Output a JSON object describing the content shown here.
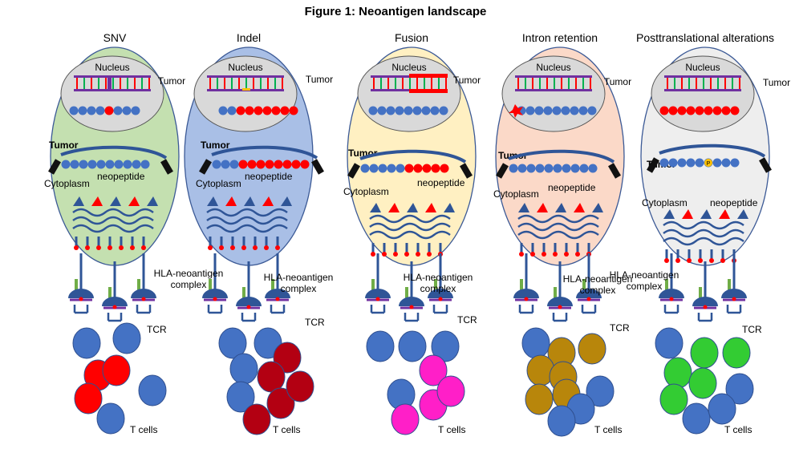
{
  "title": "Figure 1: Neoantigen landscape",
  "labels": {
    "nucleus": "Nucleus",
    "tumor": "Tumor",
    "cytoplasm": "Cytoplasm",
    "neopeptide": "neopeptide",
    "hla_complex_line1": "HLA-neoantigen",
    "hla_complex_line2": "complex",
    "tcr": "TCR",
    "tcells": "T cells",
    "phospho": "P"
  },
  "panels": [
    {
      "heading": "SNV",
      "cell_fill": "#c4e0b0",
      "tcell_color": "#ff0000",
      "show_hla_label": false
    },
    {
      "heading": "Indel",
      "cell_fill": "#a9bfe6",
      "tcell_color": "#b30012",
      "show_hla_label": true
    },
    {
      "heading": "Fusion",
      "cell_fill": "#fff0c2",
      "tcell_color": "#ff1fc8",
      "show_hla_label": true
    },
    {
      "heading": "Intron retention",
      "cell_fill": "#fbd9c8",
      "tcell_color": "#b8860b",
      "show_hla_label": true
    },
    {
      "heading": "Posttranslational alterations",
      "cell_fill": "#eeeeee",
      "tcell_color": "#33cc33",
      "show_hla_label": true
    }
  ],
  "colors": {
    "cell_stroke": "#3c5a96",
    "nucleus_fill": "#d9d9d9",
    "bead_blue": "#4472c4",
    "bead_red": "#ff0000",
    "er_stroke": "#2f5597",
    "tcell_blue": "#4472c4",
    "hla_green": "#70ad47"
  }
}
